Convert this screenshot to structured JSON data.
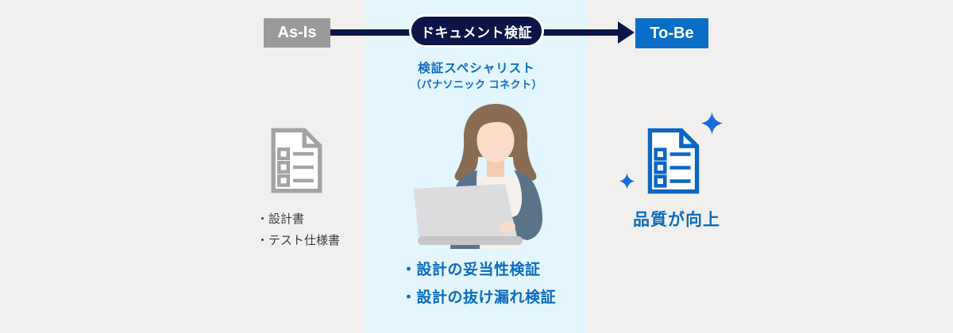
{
  "diagram": {
    "flow": {
      "as_is_label": "As-Is",
      "process_label": "ドキュメント検証",
      "to_be_label": "To-Be"
    },
    "specialist": {
      "title": "検証スペシャリスト",
      "subtitle": "（パナソニック コネクト）"
    },
    "as_is_column": {
      "icon": "document-checklist-icon",
      "items": [
        "・設計書",
        "・テスト仕様書"
      ]
    },
    "process_column": {
      "illustration": "woman-typing-on-laptop",
      "items": [
        "・設計の妥当性検証",
        "・設計の抜け漏れ検証"
      ]
    },
    "to_be_column": {
      "icon": "document-checklist-icon",
      "sparkles": [
        "sparkle-large-icon",
        "sparkle-small-icon"
      ],
      "result_label": "品質が向上"
    },
    "colors": {
      "background": "#f2f0ef",
      "highlight_band": "#e3f5fd",
      "navy": "#0b1547",
      "as_is_gray": "#9a9a9a",
      "to_be_blue": "#0a6ec7",
      "blue_text": "#0a6cbe",
      "gray_icon": "#a3a3a3",
      "blue_icon": "#0b66c3"
    }
  }
}
